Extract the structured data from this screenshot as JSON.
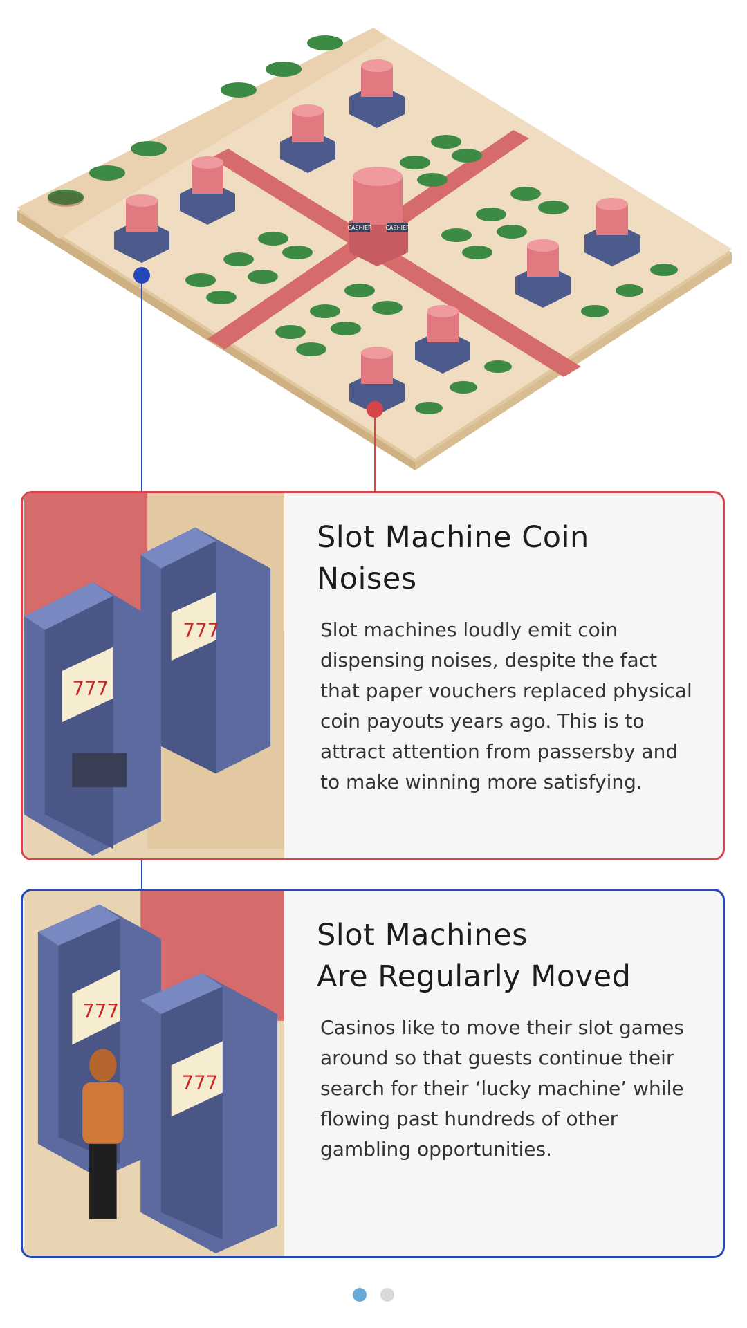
{
  "colors": {
    "card1_border": "#d6454a",
    "card2_border": "#2448b8",
    "connector_red": "#d6454a",
    "connector_blue": "#2448b8",
    "floor": "#f0dcc0",
    "carpet": "#d66b6b",
    "slot_machine": "#5c6aa0",
    "dot_active": "#6aaad8",
    "dot_inactive": "#d8d8d8"
  },
  "cards": [
    {
      "title": "Slot Machine Coin Noises",
      "body": "Slot machines loudly emit coin dispensing noises, despite the fact that paper vouchers replaced physical coin payouts years ago. This is to attract attention from passersby and to make winning more satisfying.",
      "reel_symbols": "777"
    },
    {
      "title_line1": "Slot Machines",
      "title_line2": "Are Regularly Moved",
      "body": "Casinos like to move their slot games around so that guests continue their search for their ‘lucky machine’ while flowing past hundreds of other gambling opportunities.",
      "reel_symbols": "777"
    }
  ],
  "cage_sign": "CASHIER",
  "pagination": {
    "count": 2,
    "active_index": 0
  }
}
